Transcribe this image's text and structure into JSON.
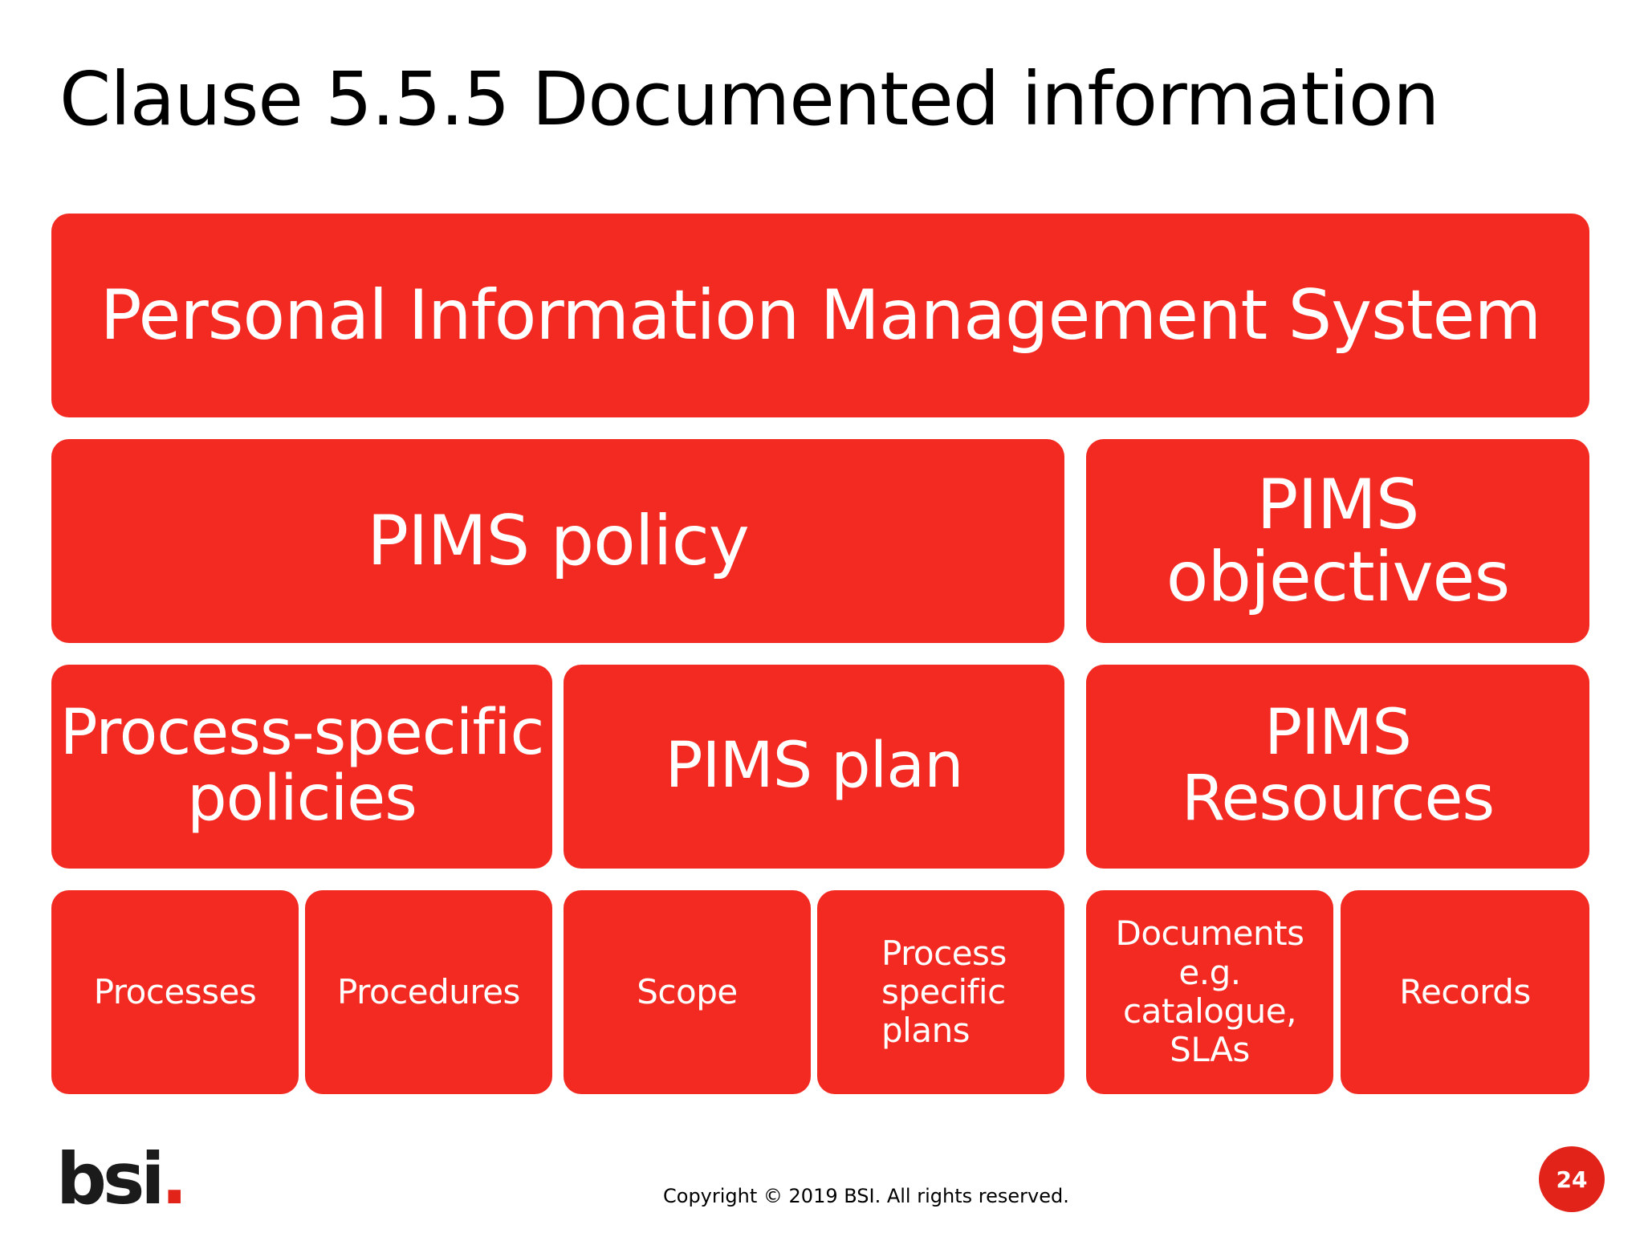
{
  "slide": {
    "title": "Clause 5.5.5 Documented information",
    "accent_color": "#f32a22",
    "boxes": {
      "pims": "Personal Information Management System",
      "policy": "PIMS policy",
      "objectives": [
        "PIMS",
        "objectives"
      ],
      "process_policies": [
        "Process-specific",
        "policies"
      ],
      "plan": "PIMS plan",
      "resources": [
        "PIMS",
        "Resources"
      ],
      "processes": "Processes",
      "procedures": "Procedures",
      "scope": "Scope",
      "process_plans": [
        "Process",
        "specific",
        "plans"
      ],
      "documents": [
        "Documents",
        "e.g.",
        "catalogue,",
        "SLAs"
      ],
      "records": "Records"
    }
  },
  "footer": {
    "logo_text": "bsi",
    "logo_dot": ".",
    "copyright": "Copyright © 2019 BSI. All rights reserved.",
    "page_number": "24"
  }
}
